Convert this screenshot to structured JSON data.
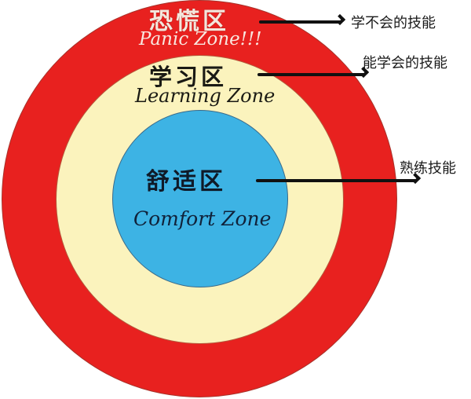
{
  "colors": {
    "panic_zone": "#e8211f",
    "learning_zone": "#fbf3bd",
    "comfort_zone": "#3db3e4",
    "arrow": "#111111",
    "background": "#ffffff"
  },
  "zones": [
    {
      "id": "panic",
      "label_cn": "恐慌区",
      "label_en": "Panic Zone!!!",
      "note": "学不会的技能"
    },
    {
      "id": "learning",
      "label_cn": "学习区",
      "label_en": "Learning Zone",
      "note": "能学会的技能"
    },
    {
      "id": "comfort",
      "label_cn": "舒适区",
      "label_en": "Comfort Zone",
      "note": "熟练技能"
    }
  ]
}
